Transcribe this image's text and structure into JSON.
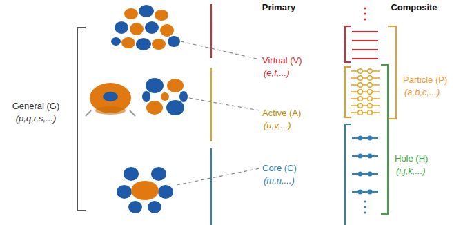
{
  "diagram": {
    "labels": [
      "Primary",
      "Composite",
      "General (G)",
      "(p,q,r,s,...)",
      "Virtual (V)",
      "(e,f,...)",
      "Active (A)",
      "(u,v,...)",
      "Core (C)",
      "(m,n,...)",
      "Particle (P)",
      "(a,b,c,...)",
      "Hole (H)",
      "(i,j,k,...)"
    ]
  }
}
